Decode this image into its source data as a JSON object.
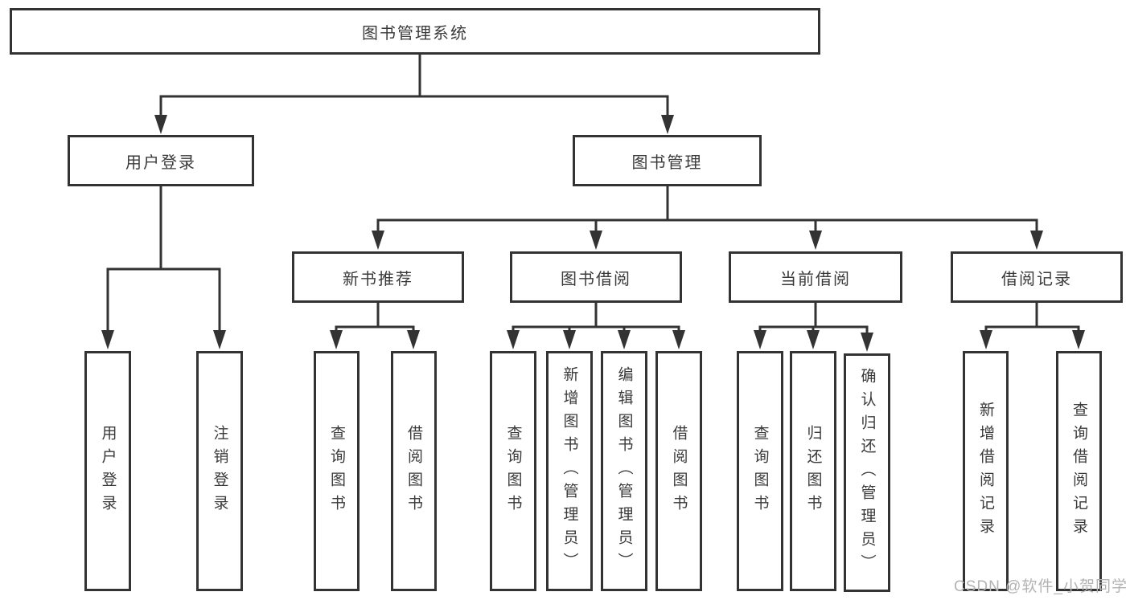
{
  "tree": {
    "root": "图书管理系统",
    "level2": [
      "用户登录",
      "图书管理"
    ],
    "level3": [
      "新书推荐",
      "图书借阅",
      "当前借阅",
      "借阅记录"
    ],
    "leaves": {
      "login": [
        "用户登录",
        "注销登录"
      ],
      "recommend": [
        "查询图书",
        "借阅图书"
      ],
      "borrow": [
        "查询图书",
        "新增图书（管理员）",
        "编辑图书（管理员）",
        "借阅图书"
      ],
      "current": [
        "查询图书",
        "归还图书",
        "确认归还（管理员）"
      ],
      "records": [
        "新增借阅记录",
        "查询借阅记录"
      ]
    }
  },
  "watermark": {
    "text": "CSDN @软件_小贺同学"
  },
  "colors": {
    "line": "#333333",
    "text": "#3a3a3a",
    "watermark": "#b3b3b3",
    "background": "#ffffff"
  }
}
